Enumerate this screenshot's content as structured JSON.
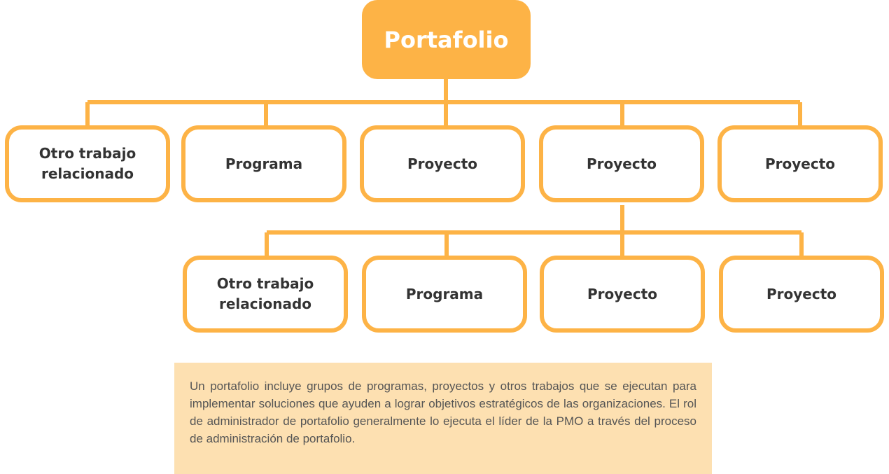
{
  "diagram": {
    "root": {
      "label": "Portafolio"
    },
    "level1": [
      {
        "label": "Otro trabajo relacionado"
      },
      {
        "label": "Programa"
      },
      {
        "label": "Proyecto"
      },
      {
        "label": "Proyecto"
      },
      {
        "label": "Proyecto"
      }
    ],
    "level2": [
      {
        "label": "Otro trabajo relacionado"
      },
      {
        "label": "Programa"
      },
      {
        "label": "Proyecto"
      },
      {
        "label": "Proyecto"
      }
    ],
    "connector_color": "#fdb346",
    "root_fill": "#fdb346",
    "description_background": "#fde0b1"
  },
  "description": "Un portafolio incluye grupos de programas, proyectos y otros trabajos que se ejecutan para implementar soluciones que ayuden a lograr objetivos estratégicos de las organizaciones. El rol de administrador de portafolio generalmente lo ejecuta el líder de la PMO a través del proceso de administración de portafolio."
}
